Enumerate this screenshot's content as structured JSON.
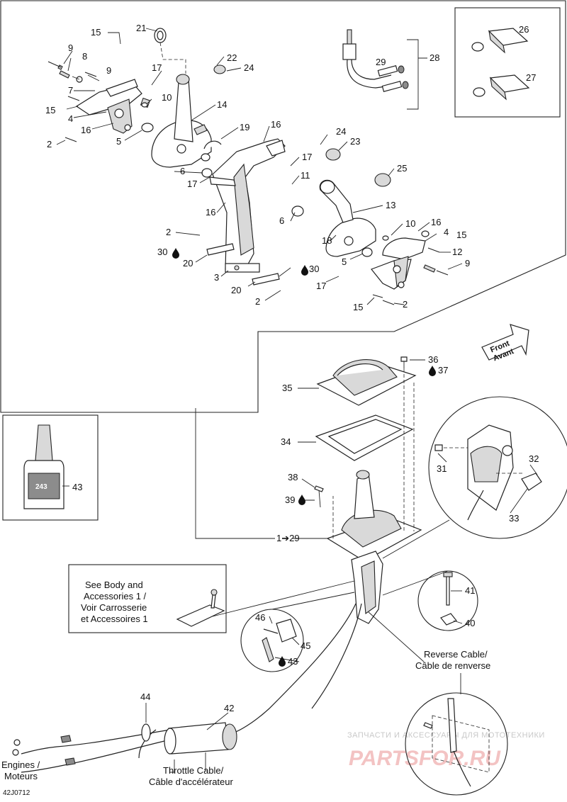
{
  "labels": {
    "n2a": "2",
    "n2b": "2",
    "n2c": "2",
    "n2d": "2",
    "n3": "3",
    "n4a": "4",
    "n4b": "4",
    "n5a": "5",
    "n5b": "5",
    "n6a": "6",
    "n6b": "6",
    "n7": "7",
    "n8": "8",
    "n9a": "9",
    "n9b": "9",
    "n9c": "9",
    "n10a": "10",
    "n10b": "10",
    "n11": "11",
    "n12": "12",
    "n13": "13",
    "n14": "14",
    "n15a": "15",
    "n15b": "15",
    "n15c": "15",
    "n15d": "15",
    "n16a": "16",
    "n16b": "16",
    "n16c": "16",
    "n16d": "16",
    "n17a": "17",
    "n17b": "17",
    "n17c": "17",
    "n17d": "17",
    "n18": "18",
    "n19": "19",
    "n20a": "20",
    "n20b": "20",
    "n21": "21",
    "n22": "22",
    "n23": "23",
    "n24a": "24",
    "n24b": "24",
    "n25": "25",
    "n26": "26",
    "n27": "27",
    "n28": "28",
    "n29": "29",
    "n30a": "30",
    "n30b": "30",
    "n31": "31",
    "n32": "32",
    "n33": "33",
    "n34": "34",
    "n35": "35",
    "n36": "36",
    "n37": "37",
    "n38": "38",
    "n39": "39",
    "n1to29": "1➔29",
    "n40": "40",
    "n41": "41",
    "n42": "42",
    "n43a": "43",
    "n43b": "43",
    "n44": "44",
    "n45": "45",
    "n46": "46"
  },
  "text": {
    "front_1": "Front",
    "front_2": "Avant",
    "see_body_1": "See Body and",
    "see_body_2": "Accessories 1 /",
    "see_body_3": "Voir Carrosserie",
    "see_body_4": "et Accessoires 1",
    "reverse_1": "Reverse Cable/",
    "reverse_2": "Câble de renverse",
    "throttle_1": "Throttle Cable/",
    "throttle_2": "Câble d'accélérateur",
    "engines_1": "Engines /",
    "engines_2": "Moteurs",
    "bottle_label": "243",
    "diagram_code": "42J0712",
    "watermark_1": "ЗАПЧАСТИ И АКСЕССУАРЫ ДЛЯ МОТОТЕХНИКИ",
    "watermark_2": "PARTSFOR.RU"
  }
}
